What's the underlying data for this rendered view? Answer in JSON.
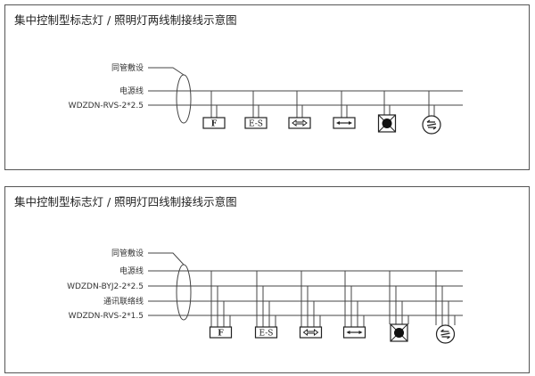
{
  "diagrams": [
    {
      "title": "集中控制型标志灯 / 照明灯两线制接线示意图",
      "bundle_label": "同管敷设",
      "wire_labels": [
        "电源线",
        "WDZDN-RVS-2*2.5"
      ],
      "devices": [
        {
          "type": "box-text",
          "text": "F",
          "name": "fire-exit-sign"
        },
        {
          "type": "box-text",
          "text": "E-S",
          "name": "exit-sign"
        },
        {
          "type": "box-double-arrow-hollow",
          "name": "bidirectional-evacuation-sign"
        },
        {
          "type": "box-double-arrow",
          "name": "bidirectional-arrow-sign"
        },
        {
          "type": "square-lamp",
          "name": "emergency-light"
        },
        {
          "type": "round-arrow-sign",
          "name": "floor-direction-sign"
        }
      ]
    },
    {
      "title": "集中控制型标志灯 / 照明灯四线制接线示意图",
      "bundle_label": "同管敷设",
      "wire_labels": [
        "电源线",
        "WDZDN-BYJ2-2*2.5",
        "通讯联络线",
        "WDZDN-RVS-2*1.5"
      ],
      "devices": [
        {
          "type": "box-text",
          "text": "F",
          "name": "fire-exit-sign"
        },
        {
          "type": "box-text",
          "text": "E-S",
          "name": "exit-sign"
        },
        {
          "type": "box-double-arrow-hollow",
          "name": "bidirectional-evacuation-sign"
        },
        {
          "type": "box-double-arrow",
          "name": "bidirectional-arrow-sign"
        },
        {
          "type": "square-lamp",
          "name": "emergency-light"
        },
        {
          "type": "round-arrow-sign",
          "name": "floor-direction-sign"
        }
      ]
    }
  ]
}
